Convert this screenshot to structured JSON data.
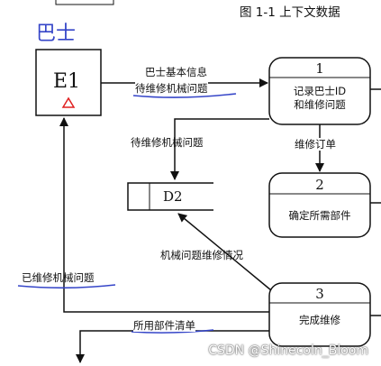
{
  "figure_title": "图 1-1 上下文数据",
  "entity": {
    "id": "E1",
    "annotation": "巴士"
  },
  "processes": [
    {
      "num": "1",
      "text": "记录巴士ID\n和维修问题"
    },
    {
      "num": "2",
      "text": "确定所需部件"
    },
    {
      "num": "3",
      "text": "完成维修"
    }
  ],
  "store": {
    "id": "D2"
  },
  "flows": {
    "e1_to_p1_line1": "巴士基本信息",
    "e1_to_p1_line2": "待维修机械问题",
    "p1_to_d2": "待维修机械问题",
    "p1_to_p2": "维修订单",
    "p3_to_d2": "机械问题维修情况",
    "p3_to_e1": "已维修机械问题",
    "p3_out": "所用部件清单"
  },
  "colors": {
    "ink": "#111111",
    "pen": "#3545c8",
    "mark": "#e02020"
  },
  "watermark": "CSDN @Shinecoln_Bloom"
}
